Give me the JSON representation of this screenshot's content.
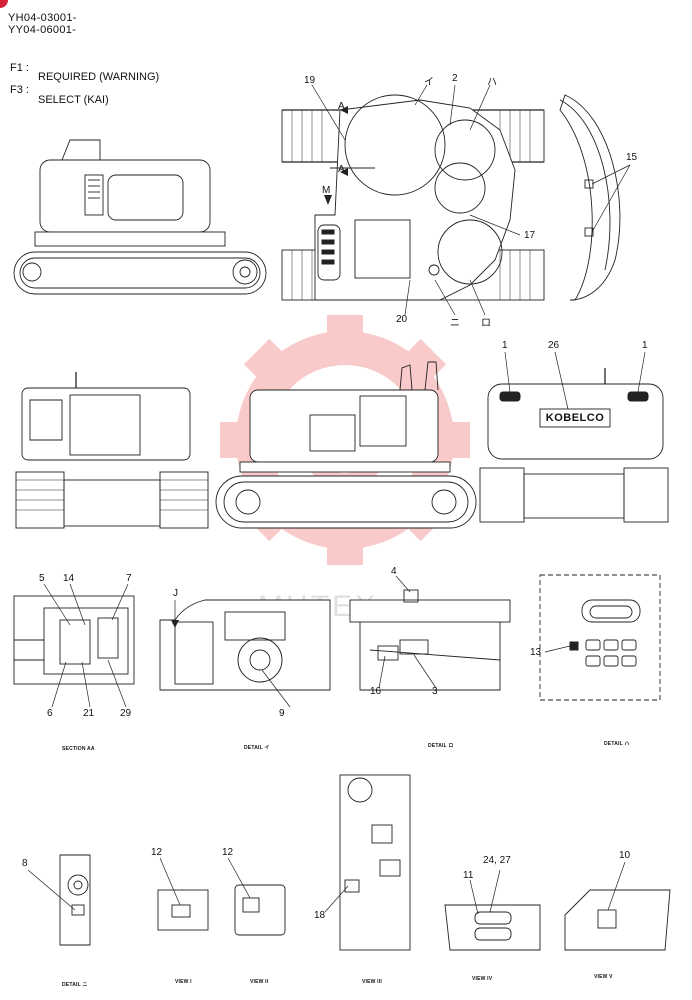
{
  "header": {
    "model_line1": "YH04-03001-",
    "model_line2": "YY04-06001-"
  },
  "legend": {
    "f1_key": "F1 :",
    "f1_text": "REQUIRED (WARNING)",
    "f3_key": "F3 :",
    "f3_text": "SELECT (KAI)"
  },
  "brand_plate": "KOBELCO",
  "watermark": "MHTEX",
  "watermark_color": "#f5a0a0",
  "callouts": {
    "c19": "19",
    "c_i": "イ",
    "c2": "2",
    "c_ha": "ハ",
    "c15": "15",
    "c_a1": "A",
    "c_a2": "A",
    "c_m": "M",
    "c17": "17",
    "c20": "20",
    "c_ni": "ニ",
    "c_ro": "ロ",
    "c1a": "1",
    "c26": "26",
    "c1b": "1",
    "c5": "5",
    "c14": "14",
    "c7": "7",
    "c6": "6",
    "c21": "21",
    "c29": "29",
    "c_j": "J",
    "c9": "9",
    "c4": "4",
    "c16": "16",
    "c3": "3",
    "c13": "13",
    "c8": "8",
    "c12a": "12",
    "c12b": "12",
    "c18": "18",
    "c2427": "24, 27",
    "c11": "11",
    "c10": "10"
  },
  "captions": {
    "section_aa": "SECTION AA",
    "detail_i": "DETAIL イ",
    "detail_ro": "DETAIL ロ",
    "detail_ha": "DETAIL ハ",
    "detail_ni": "DETAIL ニ",
    "view_i": "VIEW I",
    "view_ii": "VIEW II",
    "view_iii": "VIEW III",
    "view_iv": "VIEW IV",
    "view_v": "VIEW V"
  }
}
